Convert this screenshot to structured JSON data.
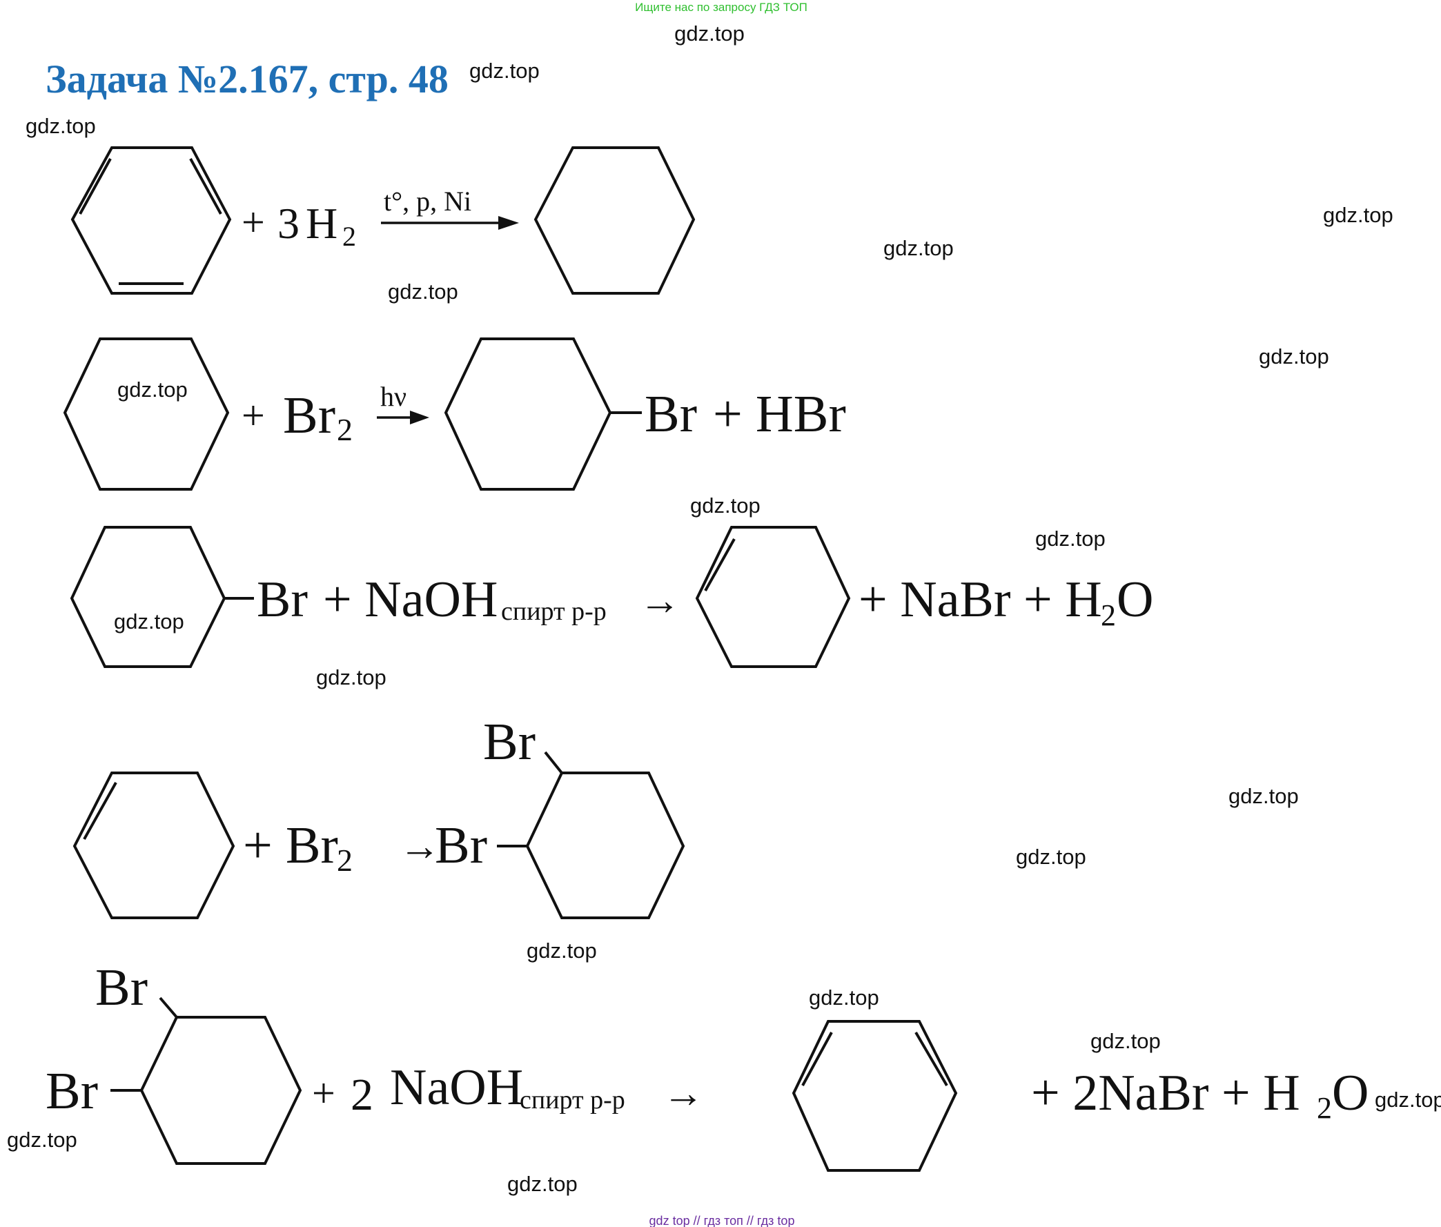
{
  "header": {
    "search_hint": "Ищите нас по запросу ГДЗ ТОП",
    "site": "gdz.top",
    "title": "Задача №2.167, стр. 48"
  },
  "watermark": "gdz.top",
  "colors": {
    "title": "#1f6fb5",
    "search_hint": "#2fbf2f",
    "footer": "#6a2ea0",
    "ink": "#111111"
  },
  "reactions": {
    "r1": {
      "plus": "+",
      "coef": "3",
      "reagent": "H",
      "reagent_sub": "2",
      "conditions": "t°, p, Ni"
    },
    "r2": {
      "plus": "+",
      "reagent": "Br",
      "reagent_sub": "2",
      "conditions": "hν",
      "substituent": "Br",
      "byproduct": "+ HBr"
    },
    "r3": {
      "substituent": "Br",
      "reagent": "+ NaOH",
      "reagent_sub": "спирт р-р",
      "arrow": "→",
      "products_1": "+ NaBr + H",
      "products_sub": "2",
      "products_2": "O"
    },
    "r4": {
      "reagent": "+ Br",
      "reagent_sub": "2",
      "arrow": "→",
      "product_left": "Br",
      "product_top": "Br"
    },
    "r5": {
      "reactant_top": "Br",
      "reactant_left": "Br",
      "reagent_plus": "+",
      "reagent_coef": "2",
      "reagent": "NaOH",
      "reagent_sub": "спирт р-р",
      "arrow": "→",
      "products_1": "+ 2NaBr + H",
      "products_sub": "2",
      "products_2": "O"
    }
  },
  "footer": {
    "text": "gdz top  //  гдз топ  //  гдз top"
  }
}
